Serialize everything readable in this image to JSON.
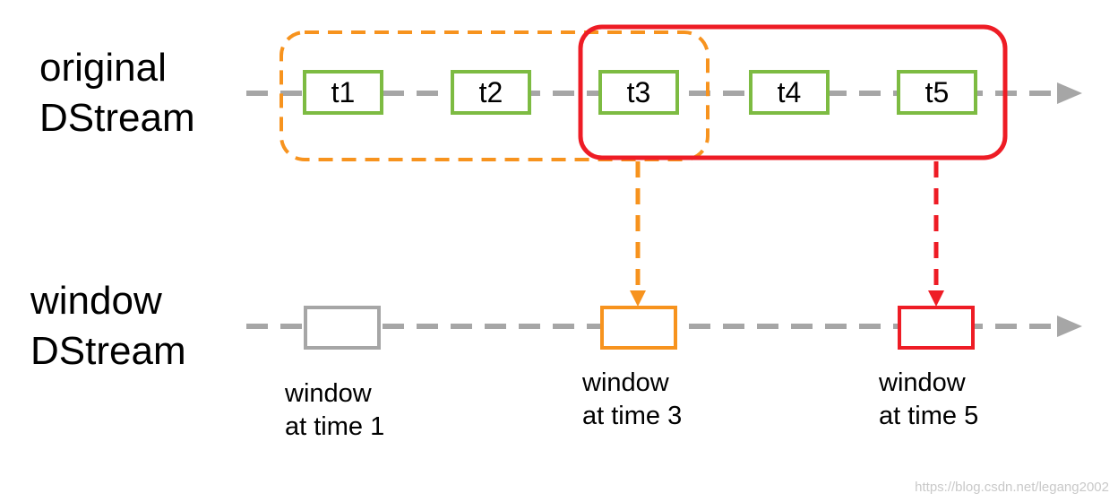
{
  "original_stream": {
    "label_line1": "original",
    "label_line2": "DStream",
    "intervals": [
      "t1",
      "t2",
      "t3",
      "t4",
      "t5"
    ]
  },
  "window_stream": {
    "label_line1": "window",
    "label_line2": "DStream",
    "windows": [
      {
        "caption_line1": "window",
        "caption_line2": "at time 1",
        "color": "#a6a6a6"
      },
      {
        "caption_line1": "window",
        "caption_line2": "at time 3",
        "color": "#f7931e"
      },
      {
        "caption_line1": "window",
        "caption_line2": "at time 5",
        "color": "#ee1c25"
      }
    ]
  },
  "colors": {
    "interval_box": "#7dbb42",
    "axis": "#a6a6a6",
    "window_time_3": "#f7931e",
    "window_time_5": "#ee1c25"
  },
  "watermark": "https://blog.csdn.net/legang2002"
}
